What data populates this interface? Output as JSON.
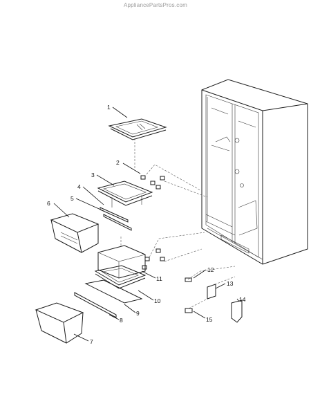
{
  "watermark": "AppliancePartsPros.com",
  "callouts": [
    {
      "id": "callout-1",
      "text": "1"
    },
    {
      "id": "callout-2",
      "text": "2"
    },
    {
      "id": "callout-3",
      "text": "3"
    },
    {
      "id": "callout-4",
      "text": "4"
    },
    {
      "id": "callout-5",
      "text": "5"
    },
    {
      "id": "callout-6",
      "text": "6"
    },
    {
      "id": "callout-7",
      "text": "7"
    },
    {
      "id": "callout-8",
      "text": "8"
    },
    {
      "id": "callout-9",
      "text": "9"
    },
    {
      "id": "callout-10",
      "text": "10"
    },
    {
      "id": "callout-11",
      "text": "11"
    },
    {
      "id": "callout-12",
      "text": "12"
    },
    {
      "id": "callout-13",
      "text": "13"
    },
    {
      "id": "callout-14",
      "text": "14"
    },
    {
      "id": "callout-15",
      "text": "15"
    }
  ]
}
